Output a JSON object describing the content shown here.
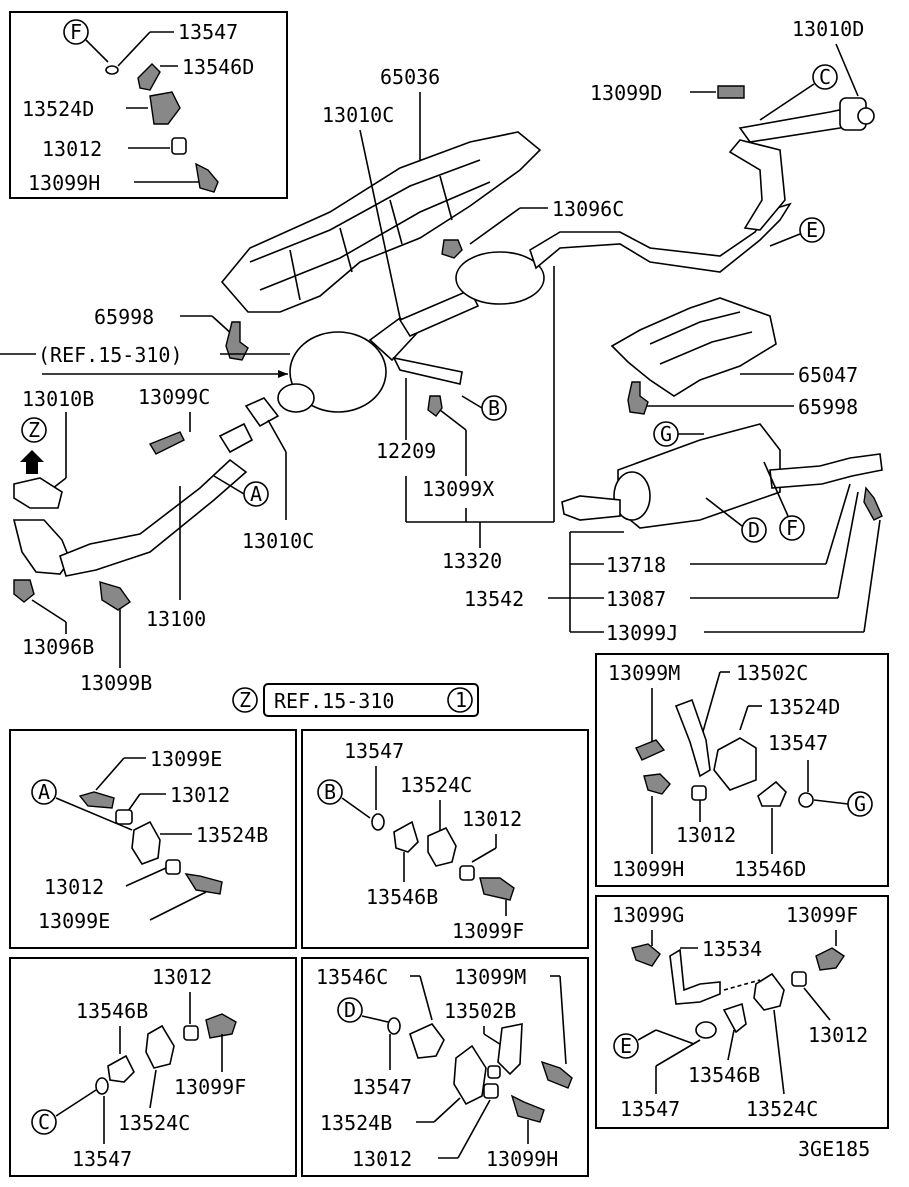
{
  "insets": {
    "F": {
      "marker": "F",
      "parts": [
        "13547",
        "13546D",
        "13524D",
        "13012",
        "13099H"
      ]
    },
    "A": {
      "marker": "A",
      "parts": [
        "13099E",
        "13012",
        "13524B",
        "13012",
        "13099E"
      ]
    },
    "B": {
      "marker": "B",
      "parts": [
        "13547",
        "13524C",
        "13012",
        "13546B",
        "13099F"
      ]
    },
    "C": {
      "marker": "C",
      "parts": [
        "13012",
        "13546B",
        "13099F",
        "13524C",
        "13547"
      ]
    },
    "D": {
      "marker": "D",
      "parts": [
        "13546C",
        "13099M",
        "13502B",
        "13547",
        "13524B",
        "13012",
        "13099H"
      ]
    },
    "G": {
      "marker": "G",
      "parts": [
        "13099M",
        "13502C",
        "13524D",
        "13547",
        "13012",
        "13099H",
        "13546D"
      ]
    },
    "E": {
      "marker": "E",
      "parts": [
        "13099G",
        "13534",
        "13099F",
        "13012",
        "13547",
        "13546B",
        "13524C"
      ]
    }
  },
  "main": {
    "labels": [
      "65036",
      "13010C",
      "13010D",
      "13099D",
      "13096C",
      "65998",
      "65047",
      "65998",
      "12209",
      "13099X",
      "13320",
      "13010B",
      "13099C",
      "13010C",
      "13100",
      "13096B",
      "13099B",
      "13718",
      "13542",
      "13087",
      "13099J"
    ],
    "ref_top": "(REF.15-310)",
    "ref_z": "REF.15-310",
    "ref_z_num": "1",
    "markers": [
      "Z",
      "Z",
      "A",
      "B",
      "C",
      "D",
      "E",
      "F",
      "G"
    ]
  },
  "figure_code": "3GE185"
}
